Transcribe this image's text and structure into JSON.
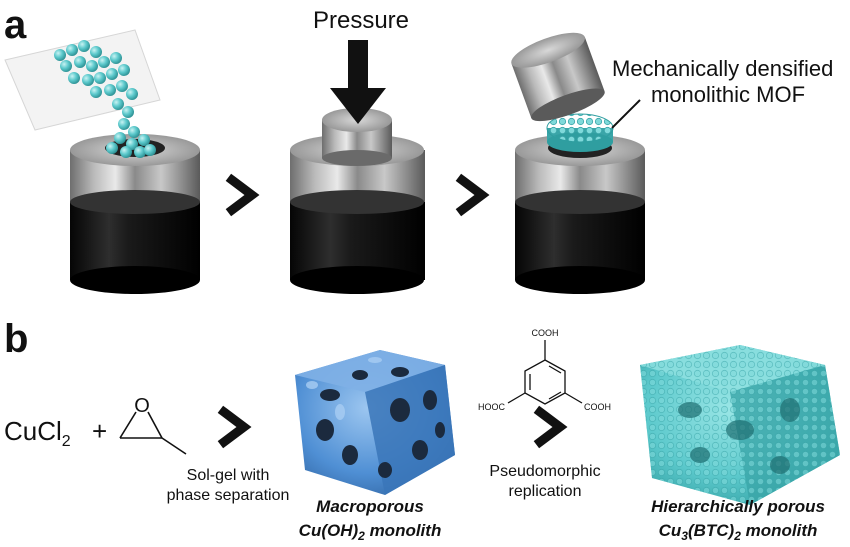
{
  "panel_a": {
    "letter": "a",
    "pressure_label": "Pressure",
    "callout_line1": "Mechanically densified",
    "callout_line2": "monolithic MOF"
  },
  "panel_b": {
    "letter": "b",
    "reagent_cucl": "CuCl",
    "reagent_cucl_sub": "2",
    "plus": "+",
    "step1_line1": "Sol-gel with",
    "step1_line2": "phase separation",
    "product1_line1": "Macroporous",
    "product1_line2_a": "Cu(OH)",
    "product1_line2_sub": "2",
    "product1_line2_b": " monolith",
    "linker_top": "COOH",
    "linker_left": "HOOC",
    "linker_right": "COOH",
    "step2_line1": "Pseudomorphic",
    "step2_line2": "replication",
    "product2_line1": "Hierarchically porous",
    "product2_line2_a": "Cu",
    "product2_line2_sub1": "3",
    "product2_line2_b": "(BTC)",
    "product2_line2_sub2": "2",
    "product2_line2_c": " monolith"
  },
  "colors": {
    "mof": "#5cc9cc",
    "macroporous": "#4f8fd4",
    "metal": "#9a9a9a",
    "die_dark": "#111111"
  }
}
